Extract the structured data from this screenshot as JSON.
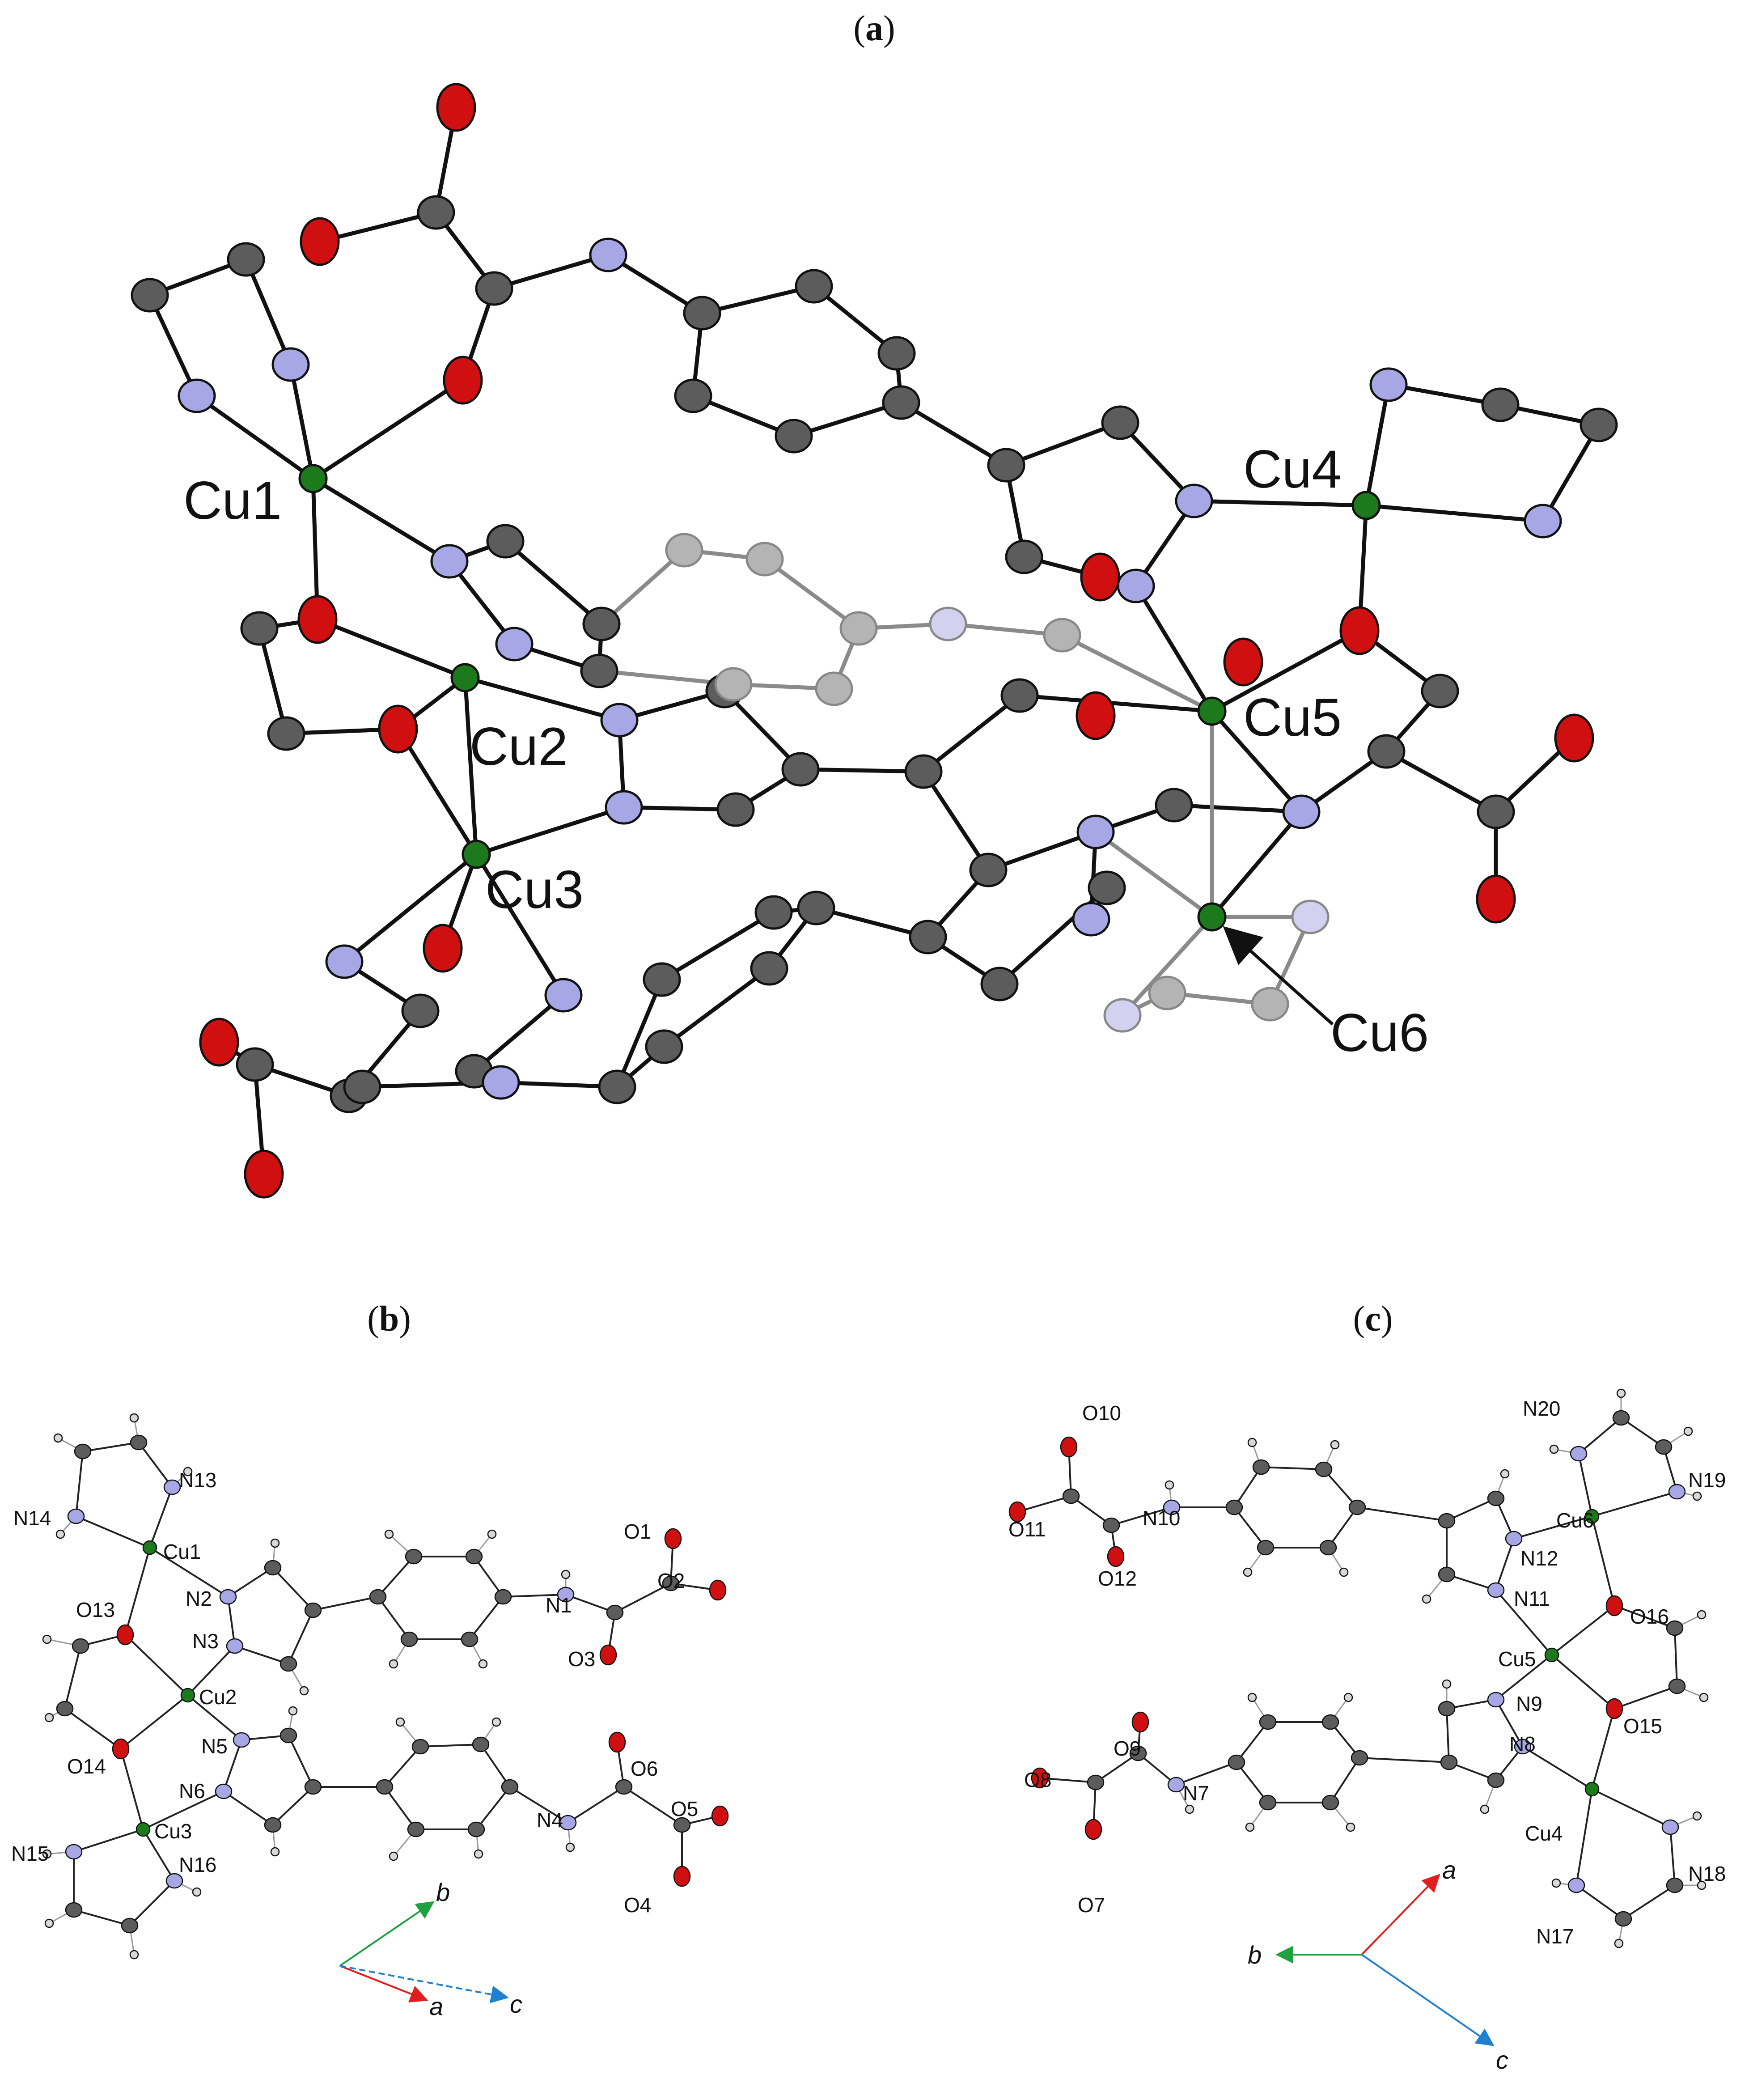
{
  "panels": [
    {
      "open": "(",
      "letter": "a",
      "close": ")"
    },
    {
      "open": "(",
      "letter": "b",
      "close": ")"
    },
    {
      "open": "(",
      "letter": "c",
      "close": ")"
    }
  ],
  "colors": {
    "carbon": "#5c5c5c",
    "carbon_faded": "#b4b4b4",
    "nitrogen": "#a7a7e6",
    "nitrogen_faded": "#d2d2f0",
    "oxygen": "#d01010",
    "copper": "#1c7a1c",
    "hydrogen": "#d8d8d8",
    "axis_a": "#e02020",
    "axis_b": "#20a040",
    "axis_c": "#2080d0"
  },
  "panel_a_labels": {
    "cu1": "Cu1",
    "cu2": "Cu2",
    "cu3": "Cu3",
    "cu4": "Cu4",
    "cu5": "Cu5",
    "cu6": "Cu6"
  },
  "panel_b_labels": {
    "cu1": "Cu1",
    "cu2": "Cu2",
    "cu3": "Cu3",
    "n1": "N1",
    "n2": "N2",
    "n3": "N3",
    "n4": "N4",
    "n5": "N5",
    "n6": "N6",
    "n13": "N13",
    "n14": "N14",
    "n15": "N15",
    "n16": "N16",
    "o1": "O1",
    "o2": "O2",
    "o3": "O3",
    "o4": "O4",
    "o5": "O5",
    "o6": "O6",
    "o13": "O13",
    "o14": "O14"
  },
  "panel_c_labels": {
    "cu4": "Cu4",
    "cu5": "Cu5",
    "cu6": "Cu6",
    "n7": "N7",
    "n8": "N8",
    "n9": "N9",
    "n10": "N10",
    "n11": "N11",
    "n12": "N12",
    "n17": "N17",
    "n18": "N18",
    "n19": "N19",
    "n20": "N20",
    "o7": "O7",
    "o8": "O8",
    "o9": "O9",
    "o10": "O10",
    "o11": "O11",
    "o12": "O12",
    "o15": "O15",
    "o16": "O16"
  },
  "axes_b": {
    "a": "a",
    "b": "b",
    "c": "c"
  },
  "axes_c": {
    "a": "a",
    "b": "b",
    "c": "c"
  }
}
